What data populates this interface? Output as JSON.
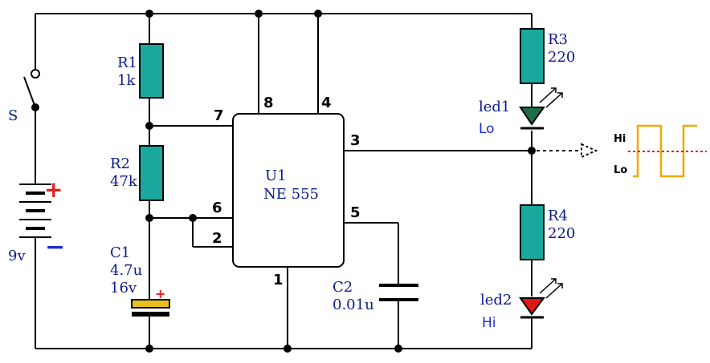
{
  "switch": {
    "label": "S"
  },
  "battery": {
    "label": "9v",
    "plus": "+",
    "minus": "−",
    "plus_color": "#e02020",
    "minus_color": "#1c2bd6"
  },
  "r1": {
    "name": "R1",
    "value": "1k"
  },
  "r2": {
    "name": "R2",
    "value": "47k"
  },
  "r3": {
    "name": "R3",
    "value": "220"
  },
  "r4": {
    "name": "R4",
    "value": "220"
  },
  "c1": {
    "name": "C1",
    "value": "4.7u",
    "voltage": "16v",
    "plus": "+"
  },
  "c2": {
    "name": "C2",
    "value": "0.01u"
  },
  "ic": {
    "name": "U1",
    "part": "NE 555"
  },
  "pins": {
    "p1": "1",
    "p2": "2",
    "p3": "3",
    "p4": "4",
    "p5": "5",
    "p6": "6",
    "p7": "7",
    "p8": "8"
  },
  "led1": {
    "name": "led1",
    "state": "Lo",
    "color": "#1e6e4a"
  },
  "led2": {
    "name": "led2",
    "state": "Hi",
    "color": "#e01818"
  },
  "waveform": {
    "hi": "Hi",
    "lo": "Lo",
    "color": "#f0a800",
    "midline_color": "#e02020"
  },
  "colors": {
    "resistor": "#1aa89e",
    "wire": "#000000",
    "component_label": "#0b1a8c"
  }
}
